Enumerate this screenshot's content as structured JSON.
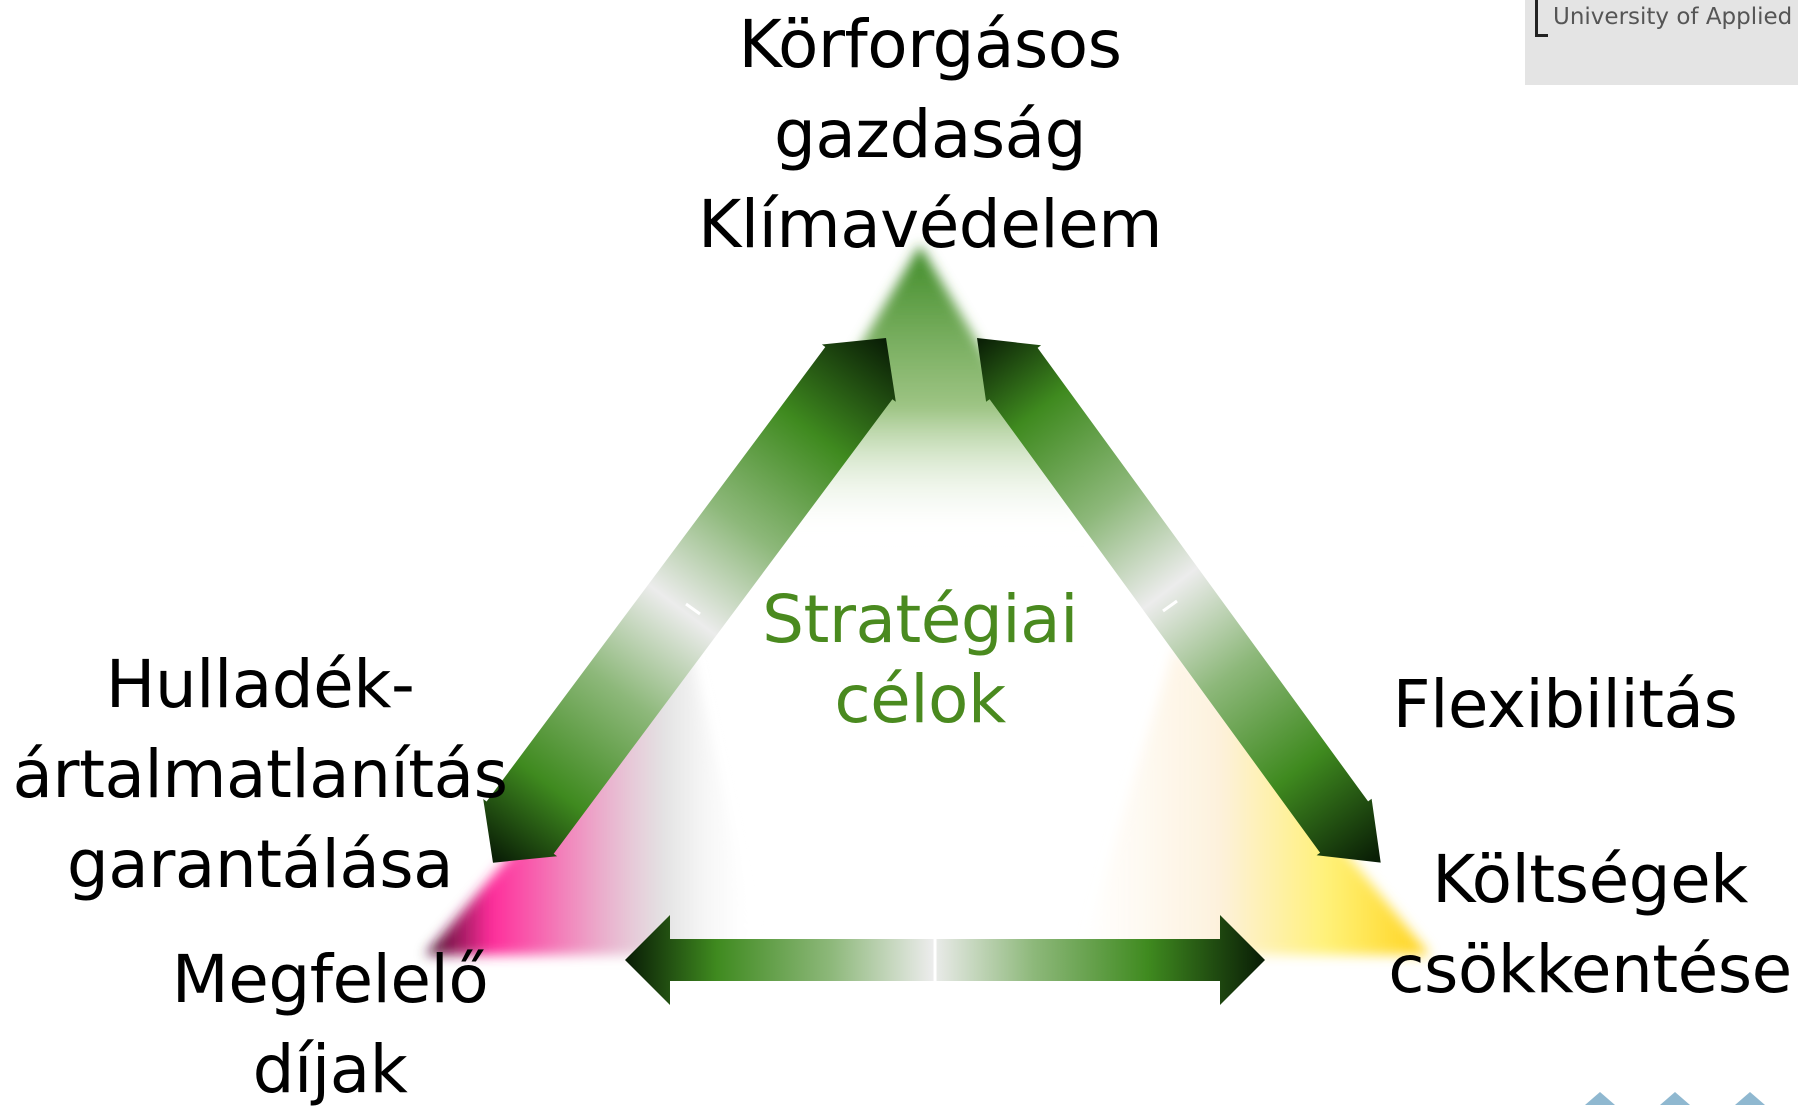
{
  "diagram": {
    "center_label": [
      "Stratégiai",
      "célok"
    ],
    "vertices": {
      "top": {
        "lines": [
          "Körforgásos",
          "gazdaság",
          "Klímavédelem"
        ],
        "color": "#3d8a25"
      },
      "bottom_left": {
        "lines_upper": [
          "Hulladék-",
          "ártalmatlanítás",
          "garantálása"
        ],
        "lines_lower": [
          "Megfelelő",
          "díjak"
        ],
        "color": "#ff2d9b"
      },
      "bottom_right": {
        "lines_upper": [
          "Flexibilitás"
        ],
        "lines_lower": [
          "Költségek",
          "csökkentése"
        ],
        "color": "#ffd21a"
      }
    },
    "arrows": [
      "bidirectional",
      "bidirectional",
      "bidirectional"
    ],
    "colors": {
      "arrow_dark": "#0a1f06",
      "arrow_green": "#4a8f22",
      "arrow_light": "#ececec",
      "center_text": "#4a8a1f"
    }
  },
  "logo": {
    "text": "University of Applied S"
  }
}
